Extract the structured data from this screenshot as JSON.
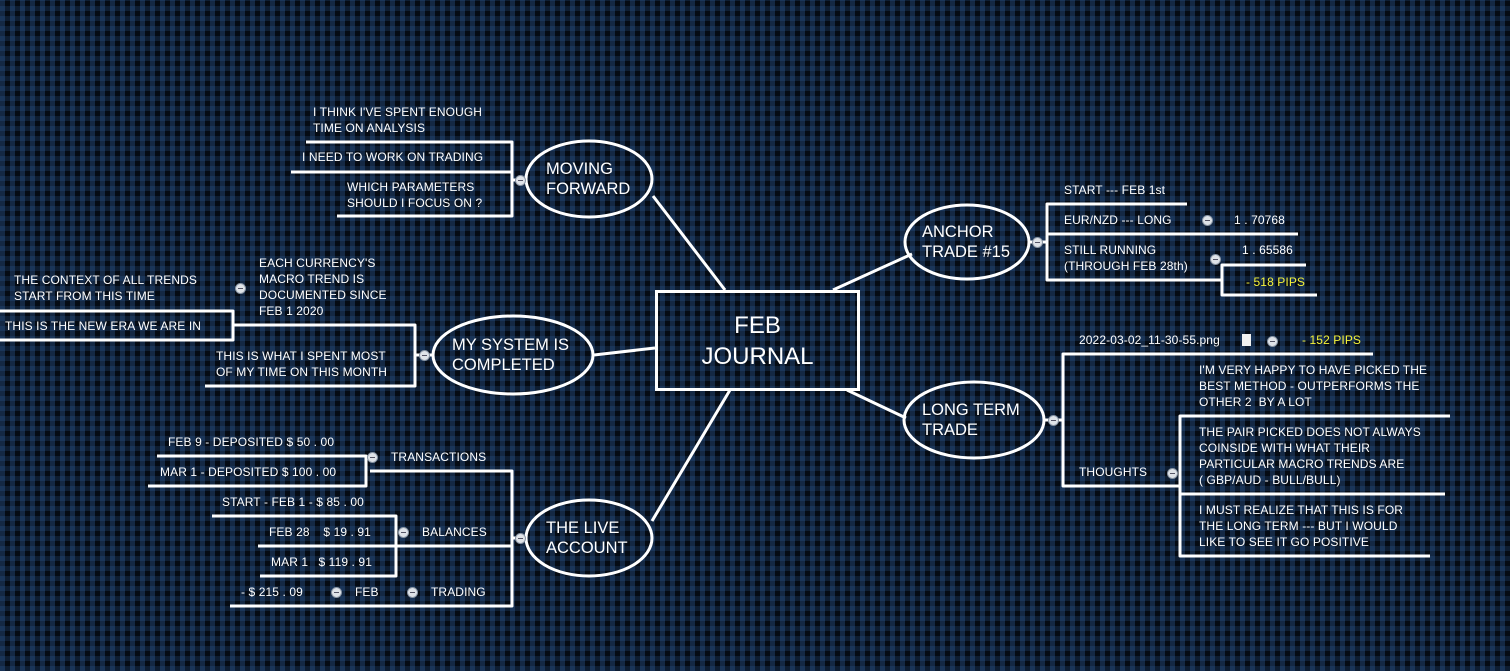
{
  "central": {
    "title": "FEB\nJOURNAL"
  },
  "colors": {
    "background": "#0b1a2e",
    "line": "#ffffff",
    "highlight": "#f5f23a"
  },
  "moving_forward": {
    "title": "MOVING\nFORWARD",
    "items": [
      "I THINK I'VE SPENT ENOUGH\nTIME ON ANALYSIS",
      "I NEED TO WORK ON TRADING",
      "WHICH PARAMETERS\nSHOULD I FOCUS ON ?"
    ]
  },
  "my_system": {
    "title": "MY SYSTEM IS\nCOMPLETED",
    "documented": "EACH CURRENCY'S\nMACRO TREND IS\nDOCUMENTED SINCE\nFEB 1 2020",
    "documented_children": [
      "THE CONTEXT OF ALL TRENDS\nSTART FROM THIS TIME",
      "THIS IS THE NEW ERA WE ARE IN"
    ],
    "spent": "THIS IS WHAT I SPENT MOST\nOF MY TIME ON THIS MONTH"
  },
  "live_account": {
    "title": "THE LIVE\nACCOUNT",
    "transactions": {
      "label": "TRANSACTIONS",
      "items": [
        "FEB 9 - DEPOSITED $ 50 . 00",
        "MAR 1 - DEPOSITED $ 100 . 00"
      ]
    },
    "balances": {
      "label": "BALANCES",
      "items": [
        "START - FEB 1 - $ 85 . 00",
        "FEB 28    $ 19 . 91",
        "MAR 1   $ 119 . 91"
      ]
    },
    "trading": {
      "label": "TRADING",
      "month": "FEB",
      "value": "- $ 215 . 09"
    }
  },
  "anchor_trade": {
    "title": "ANCHOR\nTRADE #15",
    "start": "START --- FEB 1st",
    "pair": "EUR/NZD --- LONG",
    "entry": "1 . 70768",
    "status": "STILL RUNNING\n(THROUGH FEB 28th)",
    "current": "1 . 65586",
    "pips": "- 518 PIPS"
  },
  "long_term": {
    "title": "LONG TERM\nTRADE",
    "attachment": "2022-03-02_11-30-55.png",
    "attachment_icon": "file-icon",
    "pips": "- 152 PIPS",
    "thoughts_label": "THOUGHTS",
    "thoughts": [
      "I'M VERY HAPPY TO HAVE PICKED THE\nBEST METHOD - OUTPERFORMS THE\nOTHER 2  BY A LOT",
      "THE PAIR PICKED DOES NOT ALWAYS\nCOINSIDE WITH WHAT THEIR\nPARTICULAR MACRO TRENDS ARE\n( GBP/AUD - BULL/BULL)",
      "I MUST REALIZE THAT THIS IS FOR\nTHE LONG TERM --- BUT I WOULD\nLIKE TO SEE IT GO POSITIVE"
    ]
  }
}
